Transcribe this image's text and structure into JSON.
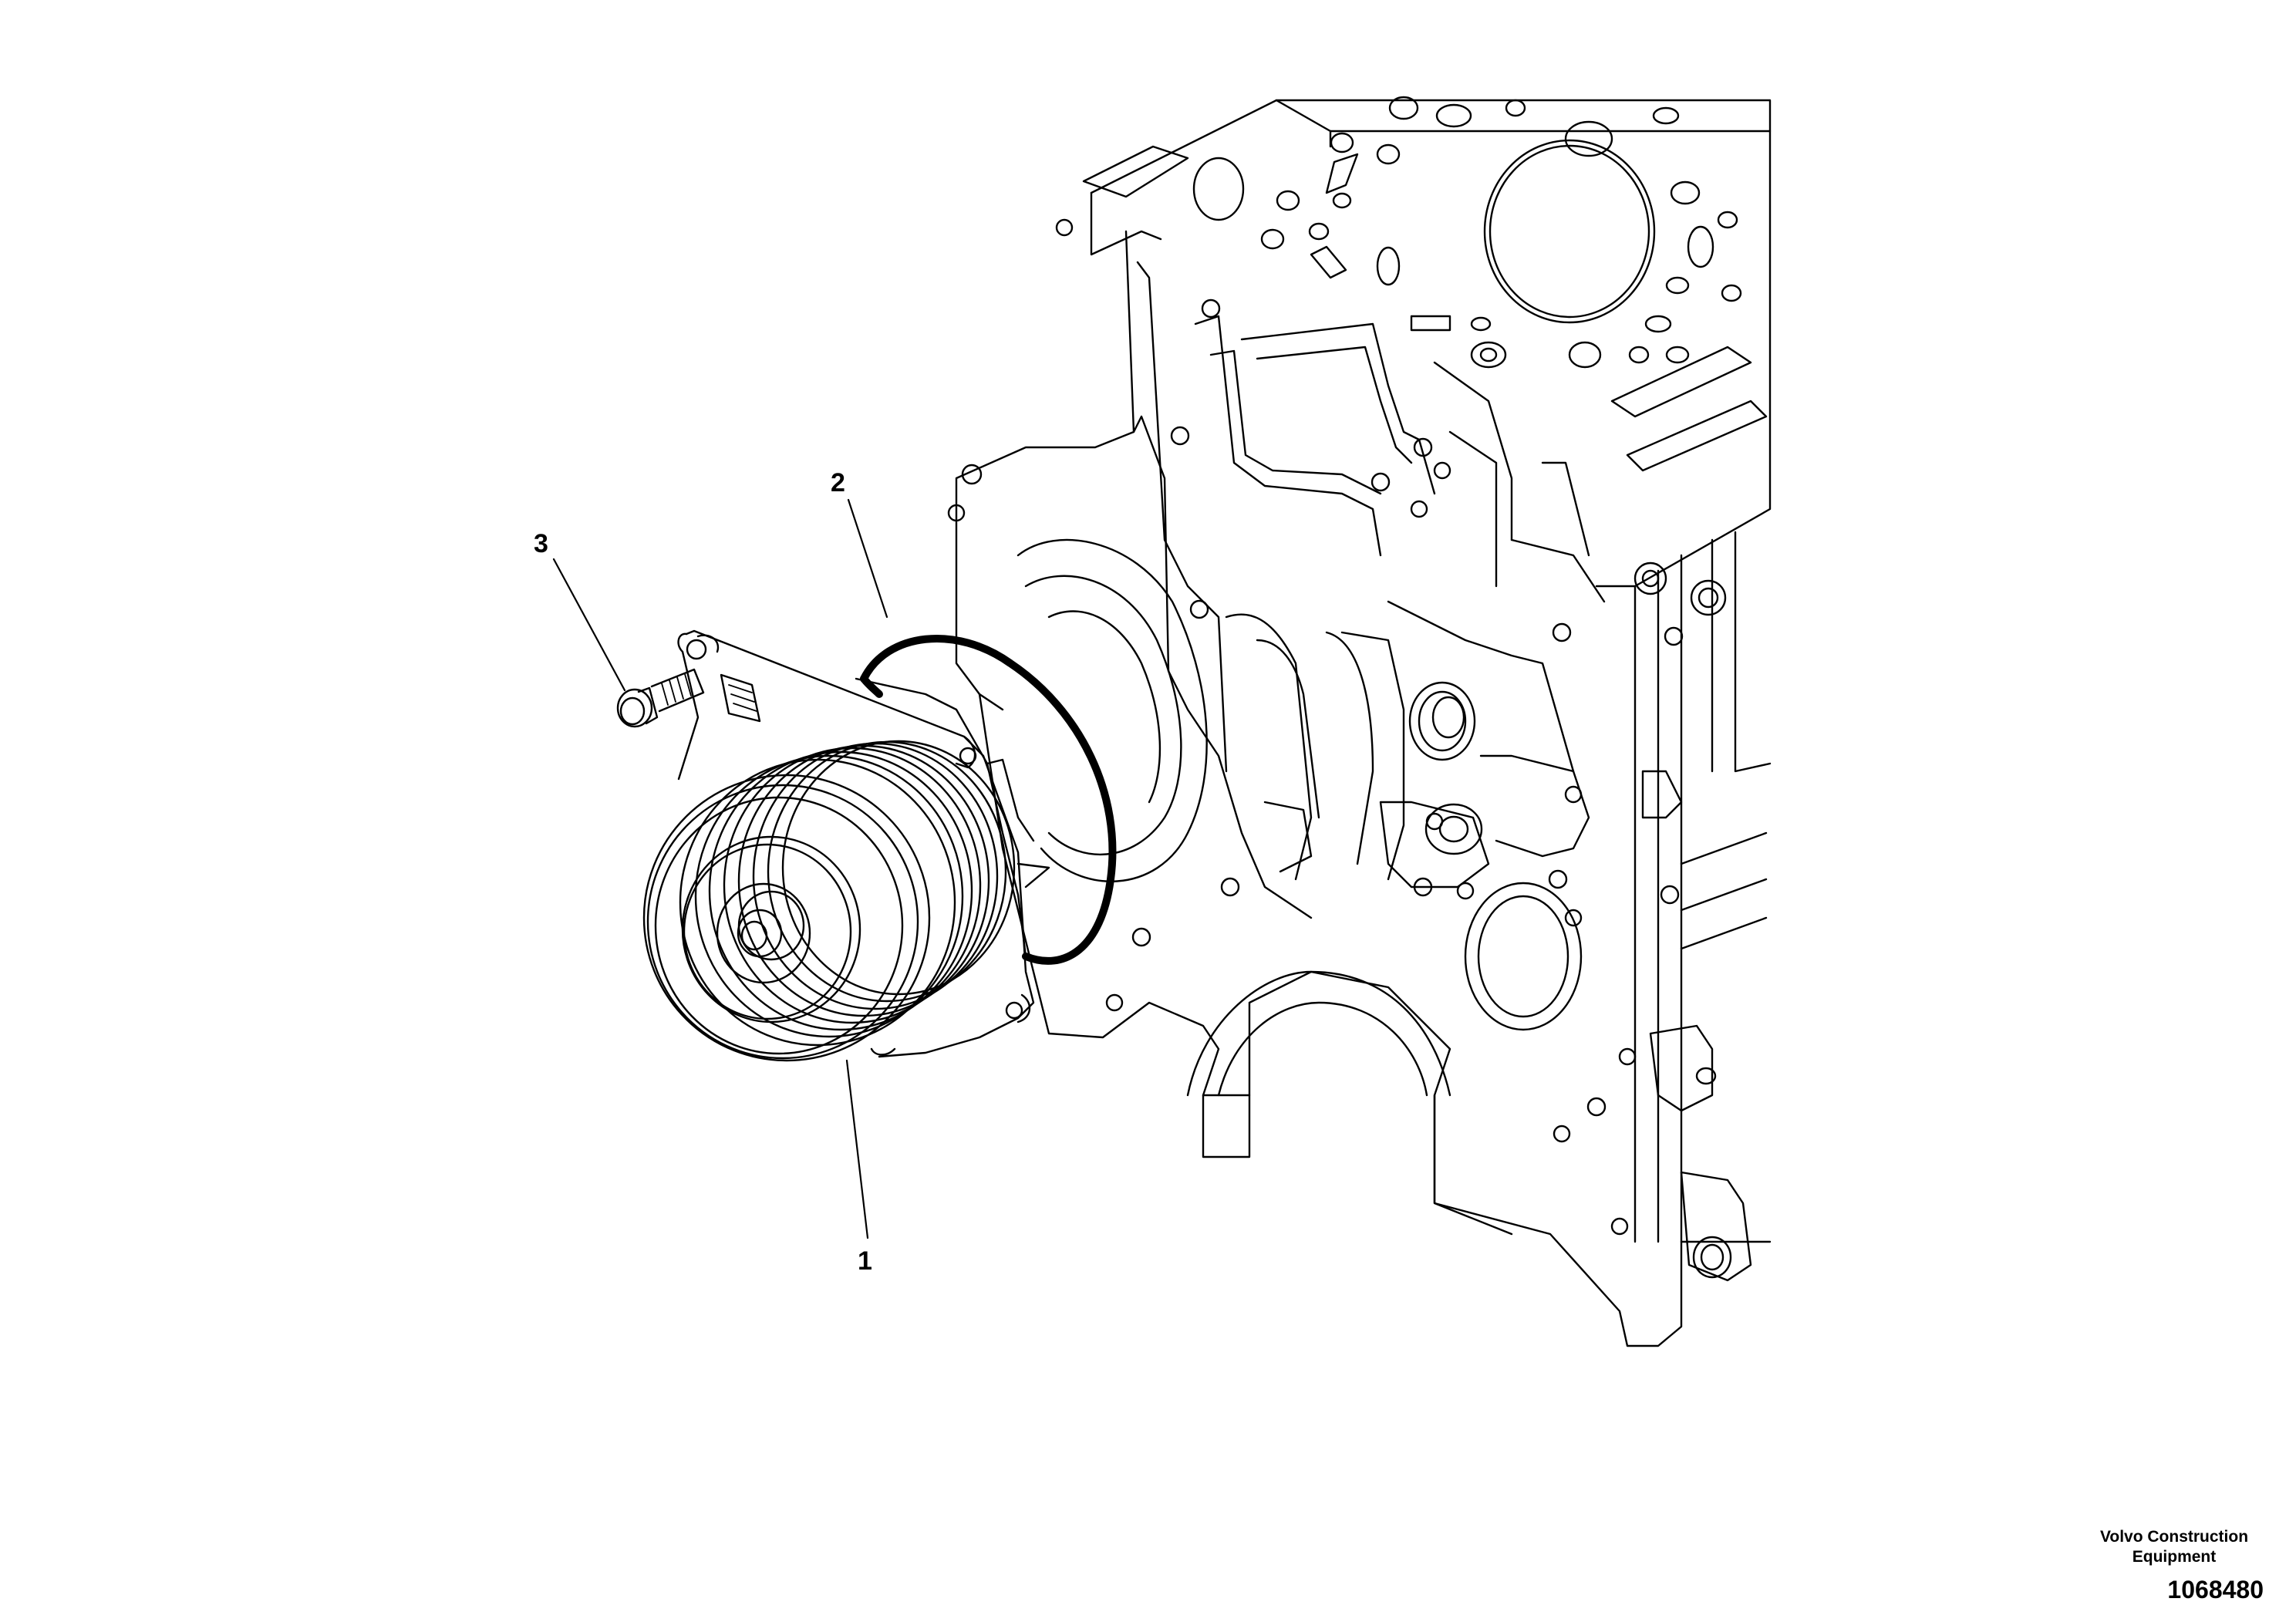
{
  "callouts": [
    {
      "id": "1",
      "label": "1"
    },
    {
      "id": "2",
      "label": "2"
    },
    {
      "id": "3",
      "label": "3"
    }
  ],
  "footer": {
    "company_line1": "Volvo Construction",
    "company_line2": "Equipment",
    "drawing_number": "1068480"
  },
  "colors": {
    "line": "#000000",
    "background": "#ffffff"
  }
}
